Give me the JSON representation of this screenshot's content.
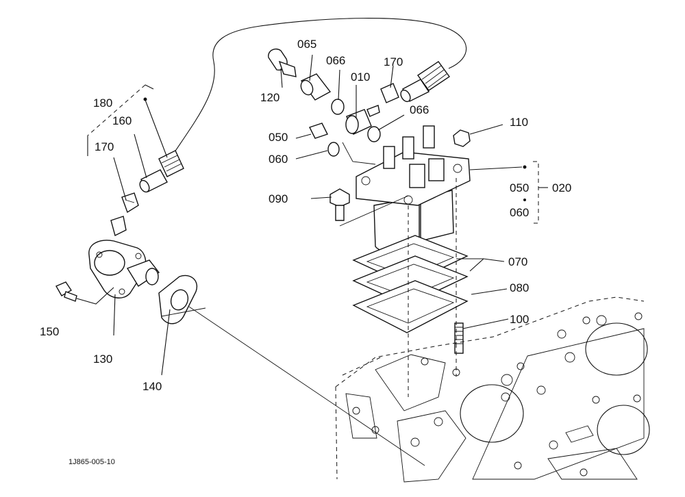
{
  "labels": {
    "p180": "180",
    "p160": "160",
    "p170a": "170",
    "p150": "150",
    "p130": "130",
    "p140": "140",
    "p065": "065",
    "p066a": "066",
    "p010": "010",
    "p170b": "170",
    "p120": "120",
    "p066b": "066",
    "p050a": "050",
    "p060a": "060",
    "p110": "110",
    "p090": "090",
    "p050b": "050",
    "p020": "020",
    "p060b": "060",
    "p070": "070",
    "p080": "080",
    "p100": "100"
  },
  "reference_code": "1J865-005-10"
}
